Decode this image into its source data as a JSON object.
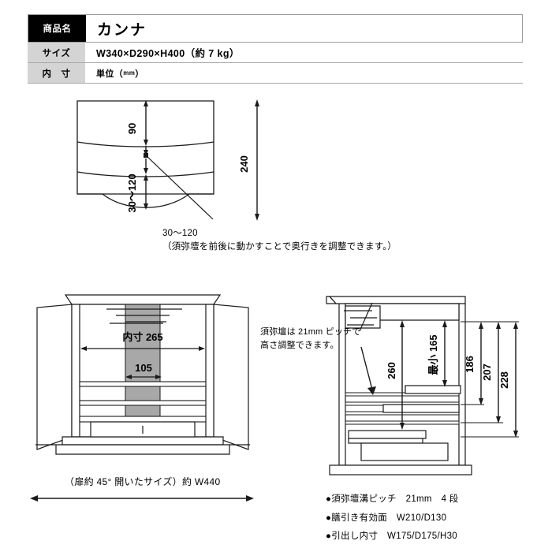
{
  "spec": {
    "rows": [
      {
        "label": "商品名",
        "value": "カンナ"
      },
      {
        "label": "サイズ",
        "value": "W340×D290×H400（約 7 kg）"
      },
      {
        "label": "内　寸",
        "value_main": "単位（",
        "value_unit": "mm",
        "value_tail": "）"
      }
    ]
  },
  "top_view": {
    "dim_90": "90",
    "dim_30_120": "30〜120",
    "dim_240": "240",
    "callout_value": "30〜120",
    "callout_note": "（須弥壇を前後に動かすことで奥行きを調整できます。）"
  },
  "front_view": {
    "dim_inner_width": "内寸 265",
    "dim_center": "105",
    "caption": "（扉約 45°  開いたサイズ）約 W440"
  },
  "section_view": {
    "note_line1": "須弥壇は 21mm ピッチで",
    "note_line2": "高さ調整できます。",
    "dim_260": "260",
    "dim_min_165": "最小 165",
    "dim_186": "186",
    "dim_207": "207",
    "dim_228": "228"
  },
  "bullets": [
    "●須弥壇溝ピッチ　21mm　4 段",
    "●膳引き有効面　W210/D130",
    "●引出し内寸　W175/D175/H30"
  ],
  "colors": {
    "line": "#1a1a1a",
    "fill_gray": "#a8a8a8",
    "header_black": "#000000",
    "label_gray": "#d4d4d4",
    "rule_gray": "#a8a8a8"
  }
}
